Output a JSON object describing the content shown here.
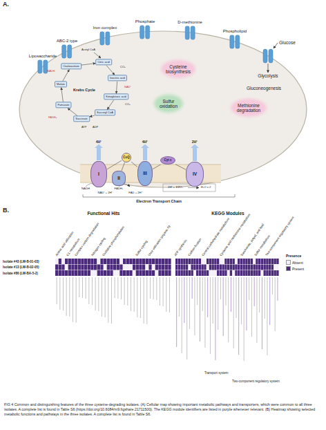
{
  "diagram": {
    "caption": "FIG 4 Common and distinguishing features of the three cysteine-degrading isolates. (A) Cellular map showing important metabolic pathways and transporters, which were common to all three isolates. A complete list is found in Table S6 (https://doi.org/10.6084/m9.figshare.21711500). The KEGG module identifiers are listed in purple whenever relevant. (B) Heatmap showing selected metabolic functions and pathways in the three isolates. A complete list is found in Table S6.",
    "nodes": [
      {
        "text": [
          "Liposaccharide"
        ]
      },
      {
        "text": [
          "ABC-2 type"
        ]
      },
      {
        "text": [
          "Iron complex"
        ]
      },
      {
        "text": [
          "Phosphate"
        ]
      },
      {
        "text": [
          "D-methionine"
        ]
      },
      {
        "text": [
          "Phospholipid"
        ]
      },
      {
        "text": [
          "Cysteine biosynthesis"
        ]
      },
      {
        "text": [
          "Sulfur oxidation"
        ]
      },
      {
        "text": [
          "Methionine degradation"
        ]
      },
      {
        "text": [
          "Oxaloacetate"
        ]
      },
      {
        "text": [
          "Citric acid"
        ]
      },
      {
        "text": [
          "Isocitric acid"
        ]
      },
      {
        "text": [
          "Ketoglutaric acid"
        ]
      },
      {
        "text": [
          "Succinyl CoA"
        ]
      },
      {
        "text": [
          "Succinate"
        ]
      },
      {
        "text": [
          "Fumarate"
        ]
      },
      {
        "text": [
          "Malate"
        ]
      },
      {
        "text": [
          "I"
        ]
      },
      {
        "text": [
          "II"
        ]
      },
      {
        "text": [
          "CoQ"
        ]
      },
      {
        "text": [
          "III"
        ]
      },
      {
        "text": [
          "Cyt c"
        ]
      },
      {
        "text": [
          "IV"
        ]
      }
    ],
    "edges": [
      {
        "from": 9,
        "to": 10,
        "arrow": "to"
      },
      {
        "from": 10,
        "to": 11,
        "arrow": "to"
      },
      {
        "from": 11,
        "to": 12,
        "arrow": "to"
      },
      {
        "from": 12,
        "to": 13,
        "arrow": "to"
      },
      {
        "from": 13,
        "to": 14,
        "arrow": "to"
      },
      {
        "from": 14,
        "to": 15,
        "arrow": "to"
      },
      {
        "from": 15,
        "to": 16,
        "arrow": "to"
      },
      {
        "from": 16,
        "to": 9,
        "arrow": "to"
      },
      {
        "from": 17,
        "to": 19,
        "arrow": "none"
      },
      {
        "from": 18,
        "to": 19,
        "arrow": "none"
      },
      {
        "from": 19,
        "to": 20,
        "arrow": "none"
      },
      {
        "from": 20,
        "to": 21,
        "arrow": "none"
      },
      {
        "from": 21,
        "to": 22,
        "arrow": "none"
      }
    ],
    "labels": [
      "A.",
      "Glucose",
      "Glycolysis",
      "Gluconeogenesis",
      "Krebs Cycle",
      "Acetyl CoA",
      "NADH",
      "CO₂",
      "NAD⁺",
      "CO₂",
      "ATP",
      "ADP",
      "FADH₂",
      "4H⁺",
      "4H⁺",
      "2H⁺",
      "NADH",
      "NAD⁺ + 2H⁺",
      "FADH₂",
      "FAD + 2H⁺",
      "2H⁺ + 1/2O₂",
      "H₂O x 2",
      "Electron Transport Chain",
      "B.",
      "Functional Hits",
      "KEGG Modules",
      "Isolate #43 (LM-B-01-03)",
      "Isolate #13 (LM-B-02-05)",
      "Isolate #86 (LM-BA-5-2)",
      "Amino acid utilization",
      "C1 metabolism",
      "Complex carbon degradation",
      "Nitrogen cycling",
      "Oxidative phosphorylation",
      "Sulfur cycling",
      "Urea utilization (organic N)",
      "ATP synthesis",
      "Carbon fixation",
      "Central carbohydrate metabolism",
      "Cysteine and methionine metabolism",
      "Saccharide, polyol, and lipid",
      "Sulfur metabolism",
      "Two-component regulatory system",
      "Transport system",
      "Two-component regulatory system",
      "Presence"
    ],
    "legend": [
      {
        "text": "Absent",
        "color": "#f3eff8"
      },
      {
        "text": "Present",
        "color": "#4b2a7b"
      }
    ]
  }
}
